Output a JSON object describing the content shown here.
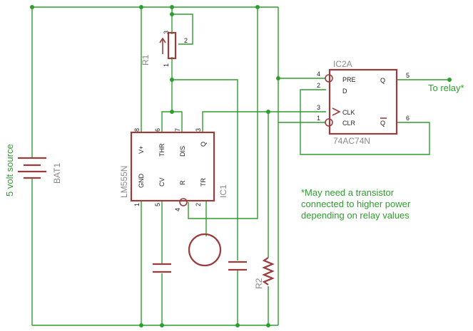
{
  "source_label": "5 volt source",
  "battery": {
    "ref": "BAT1"
  },
  "r1": {
    "ref": "R1",
    "pins": [
      "3",
      "2",
      "1"
    ]
  },
  "r2": {
    "ref": "R2"
  },
  "ic1": {
    "ref": "IC1",
    "part": "LM555N",
    "pin_names": {
      "vplus": "V+",
      "thr": "THR",
      "dis": "DIS",
      "q": "Q",
      "gnd": "GND",
      "cv": "CV",
      "r": "R",
      "tr": "TR"
    },
    "pin_numbers": {
      "vplus": "8",
      "thr": "6",
      "dis": "7",
      "q": "3",
      "gnd": "1",
      "cv": "5",
      "r": "4",
      "tr": "2"
    }
  },
  "ic2": {
    "ref": "IC2A",
    "part": "74AC74N",
    "pin_names": {
      "pre": "PRE",
      "d": "D",
      "clk": "CLK",
      "clr": "CLR",
      "q": "Q",
      "qbar": "Q"
    },
    "pin_numbers": {
      "pre": "4",
      "d": "2",
      "clk": "3",
      "clr": "1",
      "q": "5",
      "qbar": "6"
    }
  },
  "relay_label": "To relay*",
  "note_lines": [
    "*May need a transistor",
    "connected to higher power",
    "depending on relay values"
  ]
}
